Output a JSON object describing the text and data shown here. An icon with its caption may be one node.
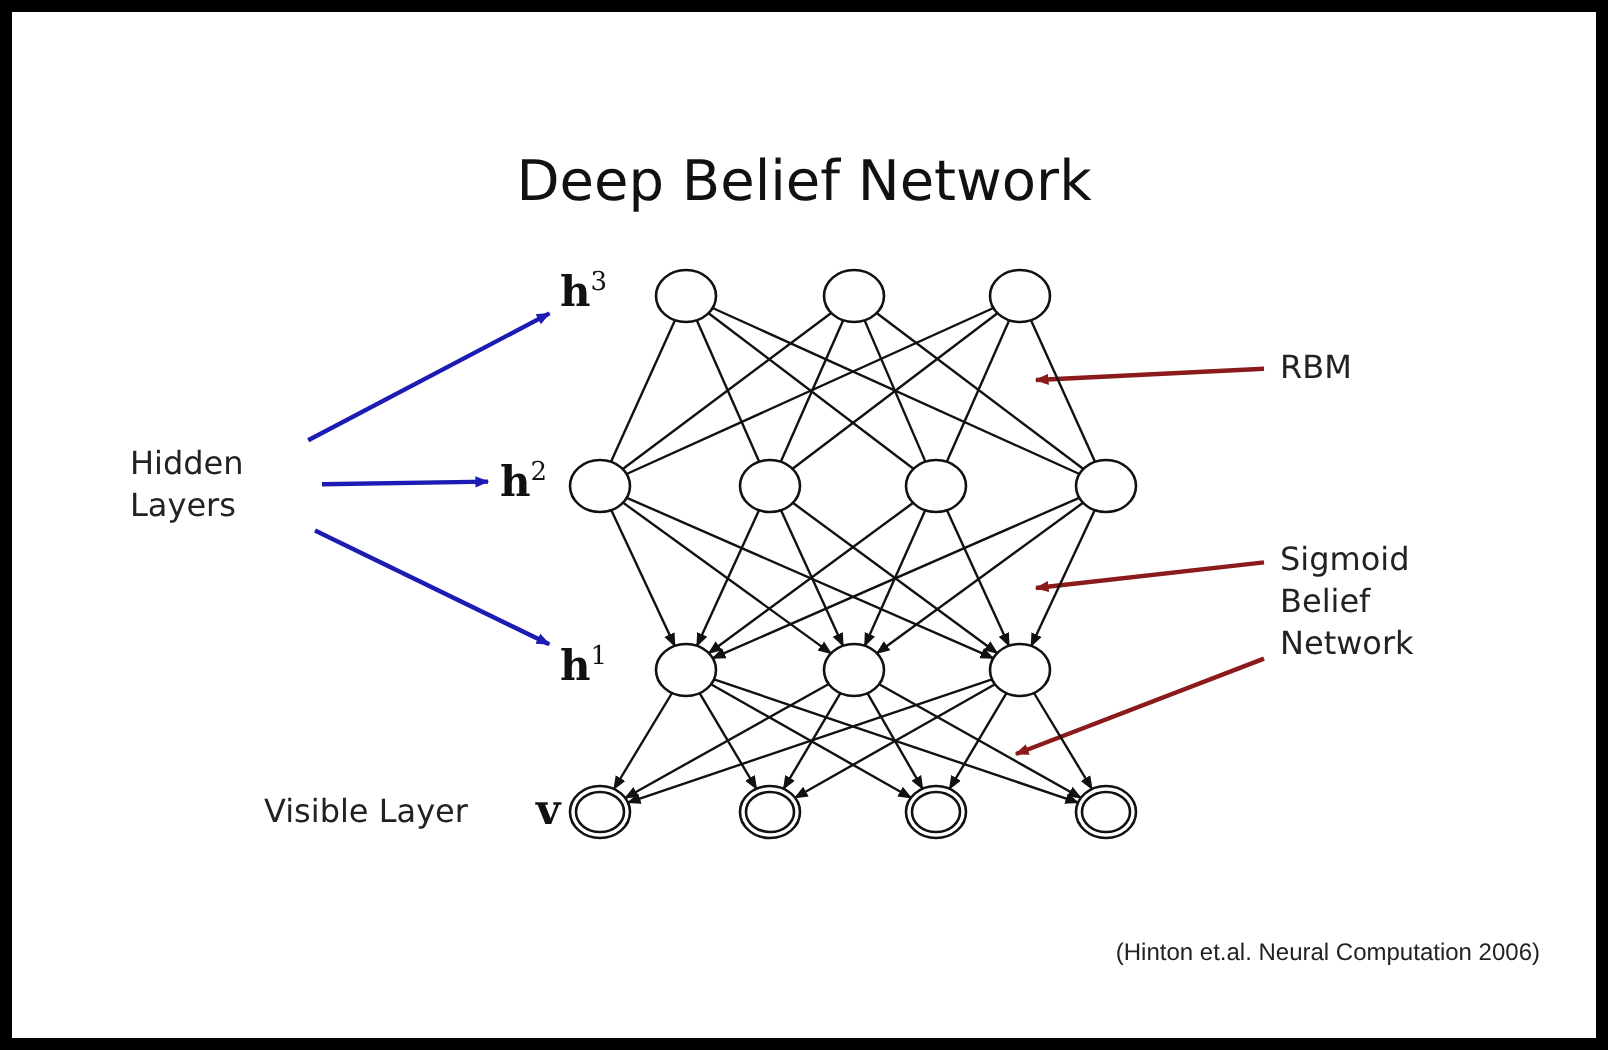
{
  "diagram": {
    "title": "Deep Belief Network",
    "caption": "(Hinton et.al. Neural Computation 2006)",
    "nodes": [
      {
        "text": [
          "Hidden Layers"
        ]
      },
      {
        "text": [
          "h$^{3}$"
        ]
      },
      {
        "text": [
          "h$^{2}$"
        ]
      },
      {
        "text": [
          "h$^{1}$"
        ]
      },
      {
        "text": [
          "v"
        ]
      },
      {
        "text": [
          "RBM"
        ]
      },
      {
        "text": [
          "Sigmoid Belief Network"
        ]
      },
      {
        "text": [
          "Visible Layer"
        ]
      },
      {
        "text": [],
        "shape": "circle"
      },
      {
        "text": [],
        "shape": "circle"
      },
      {
        "text": [],
        "shape": "circle"
      },
      {
        "text": [],
        "shape": "circle"
      },
      {
        "text": [],
        "shape": "circle"
      },
      {
        "text": [],
        "shape": "circle"
      },
      {
        "text": [],
        "shape": "circle"
      },
      {
        "text": [],
        "shape": "circle"
      },
      {
        "text": [],
        "shape": "circle"
      },
      {
        "text": [],
        "shape": "circle"
      },
      {
        "text": [],
        "shape": "circle"
      },
      {
        "text": [],
        "shape": "circle"
      },
      {
        "text": [],
        "shape": "circle"
      },
      {
        "text": [],
        "shape": "circle"
      }
    ],
    "edges": [
      {
        "from": 0,
        "to": 1,
        "arrow": "to",
        "color": "#1c1cb4"
      },
      {
        "from": 0,
        "to": 2,
        "arrow": "to",
        "color": "#1c1cb4"
      },
      {
        "from": 0,
        "to": 3,
        "arrow": "to",
        "color": "#1c1cb4"
      },
      {
        "from": 5,
        "to": null,
        "arrow": "to",
        "color": "#8b1a1a"
      },
      {
        "from": 6,
        "to": null,
        "arrow": "to",
        "color": "#8b1a1a"
      },
      {
        "from": 6,
        "to": null,
        "arrow": "to",
        "color": "#8b1a1a"
      },
      {
        "from": 8,
        "to": 11,
        "arrow": "none"
      },
      {
        "from": 8,
        "to": 12,
        "arrow": "none"
      },
      {
        "from": 8,
        "to": 13,
        "arrow": "none"
      },
      {
        "from": 8,
        "to": 14,
        "arrow": "none"
      },
      {
        "from": 9,
        "to": 11,
        "arrow": "none"
      },
      {
        "from": 9,
        "to": 12,
        "arrow": "none"
      },
      {
        "from": 9,
        "to": 13,
        "arrow": "none"
      },
      {
        "from": 9,
        "to": 14,
        "arrow": "none"
      },
      {
        "from": 10,
        "to": 11,
        "arrow": "none"
      },
      {
        "from": 10,
        "to": 12,
        "arrow": "none"
      },
      {
        "from": 10,
        "to": 13,
        "arrow": "none"
      },
      {
        "from": 10,
        "to": 14,
        "arrow": "none"
      },
      {
        "from": 11,
        "to": 15,
        "arrow": "to"
      },
      {
        "from": 11,
        "to": 16,
        "arrow": "to"
      },
      {
        "from": 11,
        "to": 17,
        "arrow": "to"
      },
      {
        "from": 12,
        "to": 15,
        "arrow": "to"
      },
      {
        "from": 12,
        "to": 16,
        "arrow": "to"
      },
      {
        "from": 12,
        "to": 17,
        "arrow": "to"
      },
      {
        "from": 13,
        "to": 15,
        "arrow": "to"
      },
      {
        "from": 13,
        "to": 16,
        "arrow": "to"
      },
      {
        "from": 13,
        "to": 17,
        "arrow": "to"
      },
      {
        "from": 14,
        "to": 15,
        "arrow": "to"
      },
      {
        "from": 14,
        "to": 16,
        "arrow": "to"
      },
      {
        "from": 14,
        "to": 17,
        "arrow": "to"
      },
      {
        "from": 15,
        "to": 18,
        "arrow": "to"
      },
      {
        "from": 15,
        "to": 19,
        "arrow": "to"
      },
      {
        "from": 15,
        "to": 20,
        "arrow": "to"
      },
      {
        "from": 15,
        "to": 21,
        "arrow": "to"
      },
      {
        "from": 16,
        "to": 18,
        "arrow": "to"
      },
      {
        "from": 16,
        "to": 19,
        "arrow": "to"
      },
      {
        "from": 16,
        "to": 20,
        "arrow": "to"
      },
      {
        "from": 16,
        "to": 21,
        "arrow": "to"
      },
      {
        "from": 17,
        "to": 18,
        "arrow": "to"
      },
      {
        "from": 17,
        "to": 19,
        "arrow": "to"
      },
      {
        "from": 17,
        "to": 20,
        "arrow": "to"
      },
      {
        "from": 17,
        "to": 21,
        "arrow": "to"
      }
    ]
  }
}
